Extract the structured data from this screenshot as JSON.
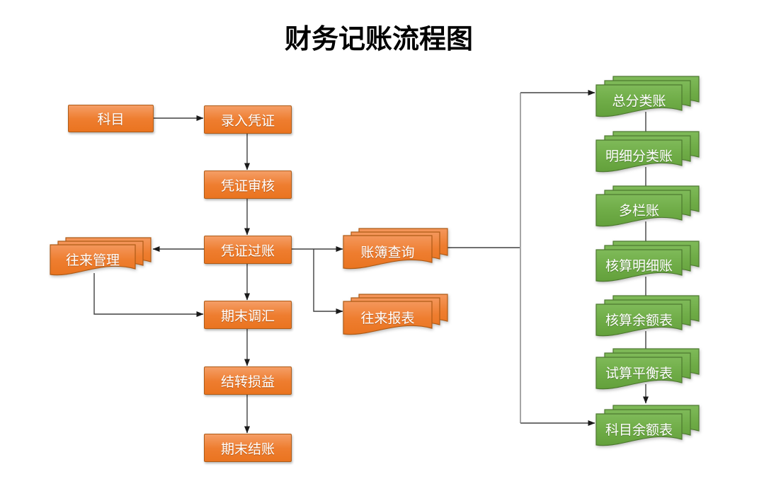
{
  "title": "财务记账流程图",
  "colors": {
    "orange_fill_top": "#F4975C",
    "orange_fill_mid": "#EE7D2F",
    "orange_fill_bottom": "#E97420",
    "orange_border": "#AE5B16",
    "green_fill_top": "#7FBA59",
    "green_fill_mid": "#6FAC47",
    "green_fill_bottom": "#63A03B",
    "green_border": "#4E7A30",
    "connector_line": "#404040",
    "rail_line": "#808080",
    "arrowhead": "#1a1a1a",
    "text": "#ffffff",
    "title_text": "#000000"
  },
  "nodes": {
    "kemu": "科目",
    "luru_pingzheng": "录入凭证",
    "pingzheng_shenhe": "凭证审核",
    "pingzheng_guozhang": "凭证过账",
    "wanglai_guanli": "往来管理",
    "qimo_tiaohui": "期末调汇",
    "jiezhuan_sunyi": "结转损益",
    "qimo_jiezhang": "期末结账",
    "zhangbu_chaxun": "账簿查询",
    "wanglai_baobiao": "往来报表",
    "zongfenleizhang": "总分类账",
    "mingxifenleizhang": "明细分类账",
    "duolanzhang": "多栏账",
    "hesuan_mingxizhang": "核算明细账",
    "hesuan_yuebiao": "核算余额表",
    "shisuan_pinghengbiao": "试算平衡表",
    "kemu_yuebiao": "科目余额表"
  }
}
